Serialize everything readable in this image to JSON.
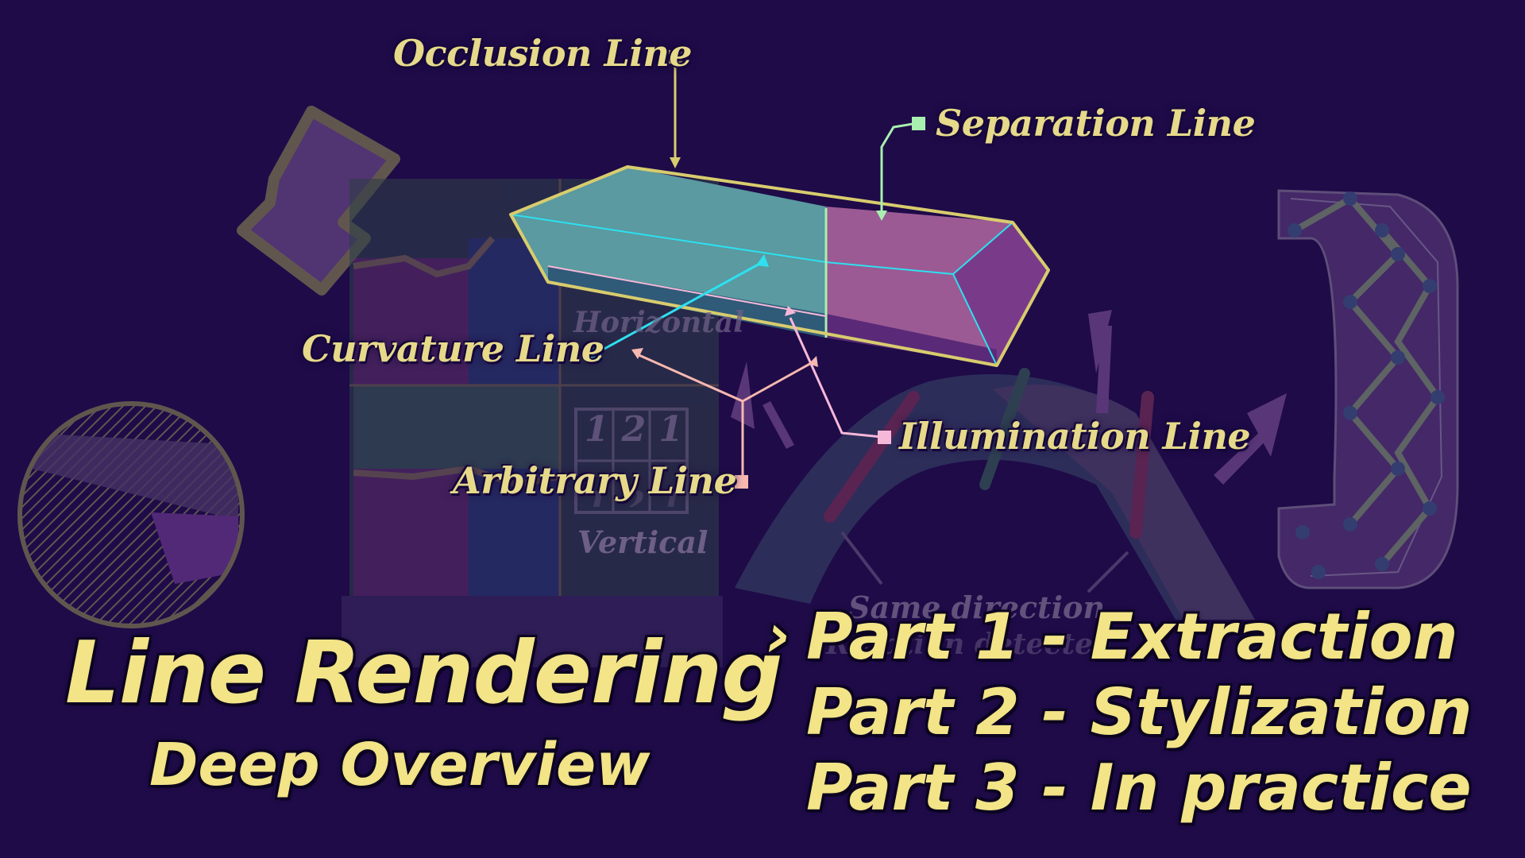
{
  "title": {
    "main": "Line Rendering",
    "sub": "Deep Overview"
  },
  "parts": [
    {
      "marker": "›",
      "label": "Part 1 - Extraction"
    },
    {
      "marker": "",
      "label": "Part 2 - Stylization"
    },
    {
      "marker": "",
      "label": "Part 3 - In practice"
    }
  ],
  "callouts": {
    "occlusion": "Occlusion Line",
    "separation": "Separation Line",
    "curvature": "Curvature Line",
    "illumination": "Illumination Line",
    "arbitrary": "Arbitrary Line"
  },
  "background_labels": {
    "horizontal": "Horizontal",
    "vertical": "Vertical",
    "grid_row1": [
      "1",
      "2",
      "1"
    ],
    "grid_row2": [
      "1",
      "2",
      "1"
    ],
    "same_direction": "Same direction",
    "rotation_detected": "Rotation detected"
  },
  "colors": {
    "background": "#1e0b48",
    "title": "#f2e487",
    "callout_text": "#e6d98a",
    "occlusion_marker": "#d8cc6e",
    "separation_marker": "#a8f0b0",
    "curvature_marker": "#2ee0f0",
    "illumination_marker": "#f6b8d8",
    "arbitrary_marker": "#f6b8b0",
    "box_teal": "#5a9aa0",
    "box_pink": "#9b5a94"
  }
}
